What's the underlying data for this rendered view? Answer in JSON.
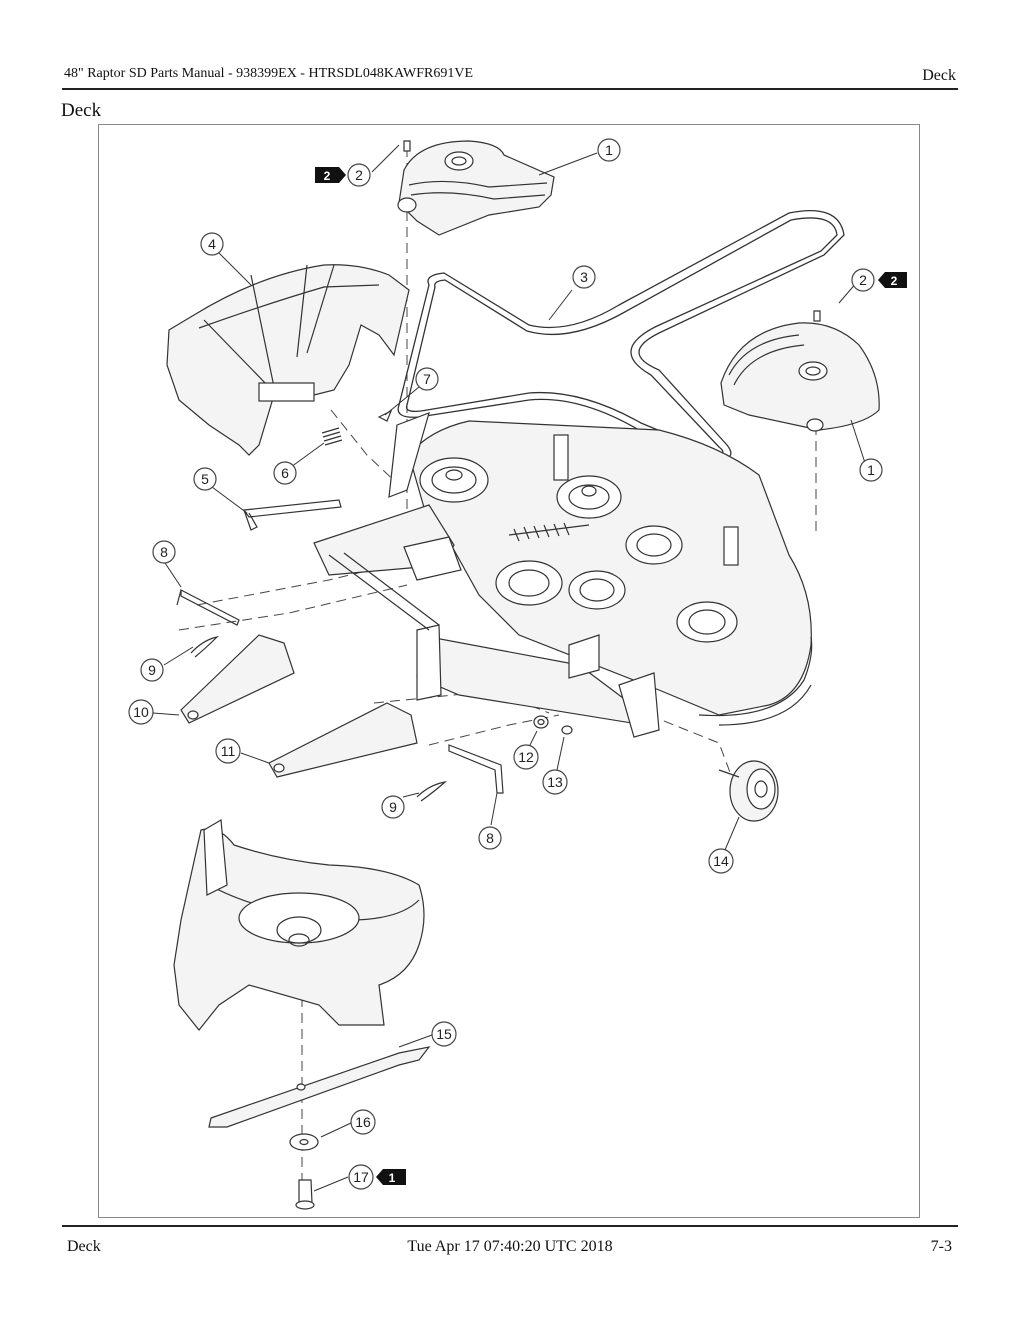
{
  "header": {
    "title": "48\" Raptor SD Parts Manual - 938399EX - HTRSDL048KAWFR691VE",
    "section": "Deck"
  },
  "section_title": "Deck",
  "callouts": [
    "1",
    "2",
    "3",
    "4",
    "5",
    "6",
    "7",
    "8",
    "9",
    "10",
    "11",
    "12",
    "13",
    "14",
    "15",
    "16",
    "17"
  ],
  "tags": [
    "2",
    "1"
  ],
  "footer": {
    "left": "Deck",
    "timestamp": "Tue Apr 17 07:40:20 UTC 2018",
    "page": "7-3"
  }
}
